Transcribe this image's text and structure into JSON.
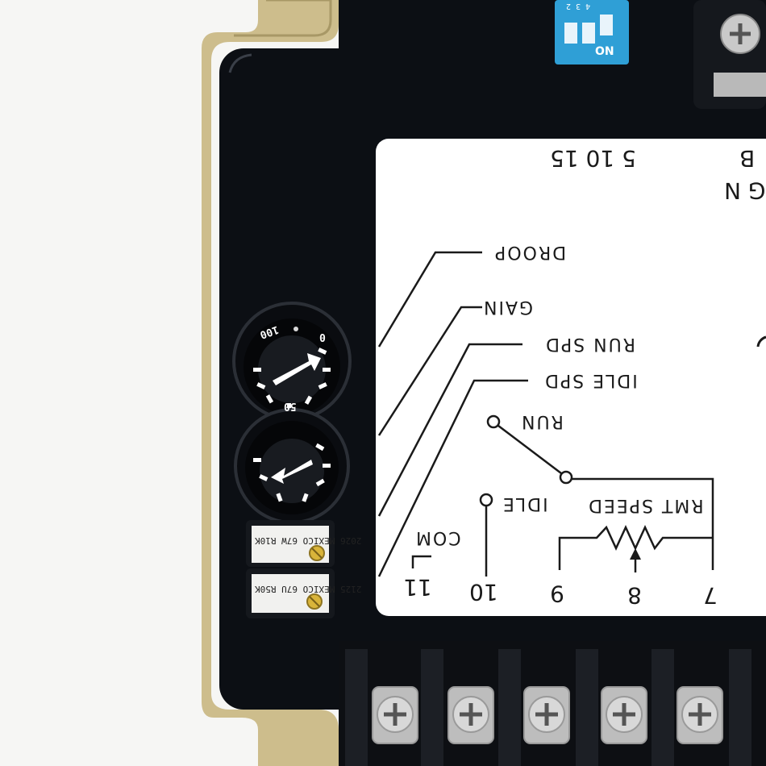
{
  "scale": {
    "ticks": "5   10  15",
    "row2": "B",
    "row3": "G N"
  },
  "labels": {
    "droop": "DROOP",
    "gain": "GAIN",
    "run_spd": "RUN SPD",
    "idle_spd": "IDLE SPD",
    "run": "RUN",
    "idle": "IDLE",
    "rmt_speed": "RMT SPEED",
    "com": "COM"
  },
  "terminals": {
    "t11": "11",
    "t10": "10",
    "t9": "9",
    "t8": "8",
    "t7": "7"
  },
  "dip": {
    "on": "ON",
    "numbers": "4 3 2"
  },
  "knobs": {
    "top_left": "100",
    "top_right": "0",
    "bottom": "50"
  },
  "resistors": {
    "upper": "2026 MEXICO  67W R10K",
    "lower": "2125 MEXICO  67U R50K"
  },
  "colors": {
    "housing": "#0c0f14",
    "rail": "#cdbd8c",
    "panel": "#ffffff",
    "dip_switch": "#2f9fd6",
    "background": "#f6f6f4"
  }
}
